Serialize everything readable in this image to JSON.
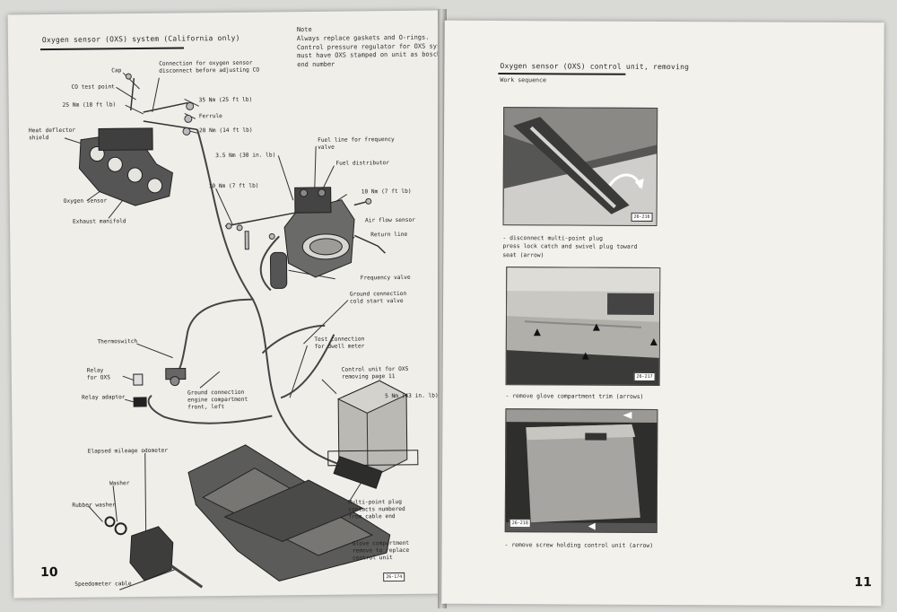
{
  "left_page": {
    "header": "Oxygen sensor (OXS) system (California only)",
    "note": {
      "title": "Note",
      "lines": [
        "Always replace gaskets and O-rings.",
        "Control pressure regulator for OXS system",
        "must have OXS stamped on unit as bosch",
        "end number"
      ]
    },
    "labels": {
      "cap": "Cap",
      "co_test_point": "CO test point",
      "connection_oxygen_sensor": "Connection for oxygen sensor\ndisconnect before adjusting CO",
      "torque_25": "25 Nm (18 ft lb)",
      "torque_35": "35 Nm (25 ft lb)",
      "ferrule": "Ferrule",
      "torque_20": "20 Nm (14 ft lb)",
      "heat_deflector_shield": "Heat deflector\nshield",
      "oxygen_sensor": "Oxygen sensor",
      "exhaust_manifold": "Exhaust manifold",
      "fuel_line_frequency_valve": "Fuel line for frequency\nvalve",
      "torque_3_5": "3.5 Nm (30 in. lb)",
      "fuel_distributor": "Fuel distributor",
      "torque_10_left": "10 Nm (7 ft lb)",
      "torque_10_right": "10 Nm (7 ft lb)",
      "air_flow_sensor": "Air flow sensor",
      "return_line": "Return line",
      "frequency_valve": "Frequency valve",
      "ground_connection_cold_start": "Ground connection\ncold start valve",
      "thermoswitch": "Thermoswitch",
      "test_connection_dwell": "Test connection\nfor dwell meter",
      "relay_for_oxs": "Relay\nfor OXS",
      "relay_adaptor": "Relay adaptor",
      "ground_connection_engine": "Ground connection\nengine compartment\nfront, left",
      "control_unit_oxs": "Control unit for OXS\nremoving page 11",
      "torque_5": "5 Nm (43 in. lb)",
      "elapsed_mileage_odometer": "Elapsed mileage odometer",
      "washer": "Washer",
      "rubber_washer": "Rubber washer",
      "multi_point_plug": "Multi-point plug\ncontacts numbered\nfrom cable end",
      "speedometer_cable": "Speedometer cable",
      "glove_compartment": "Glove compartment\nremove to replace\ncontrol unit"
    },
    "figure_number": "26-174",
    "page_number": "10"
  },
  "right_page": {
    "header": "Oxygen sensor (OXS) control unit, removing",
    "subheader": "Work sequence",
    "steps": [
      {
        "figure_number": "26-216",
        "caption_lines": [
          "- disconnect multi-point plug",
          "press lock catch and swivel plug toward",
          "seat (arrow)"
        ]
      },
      {
        "figure_number": "26-217",
        "caption_lines": [
          "- remove glove compartment trim (arrows)"
        ]
      },
      {
        "figure_number": "26-218",
        "caption_lines": [
          "- remove screw holding control unit (arrow)"
        ]
      }
    ],
    "page_number": "11"
  }
}
